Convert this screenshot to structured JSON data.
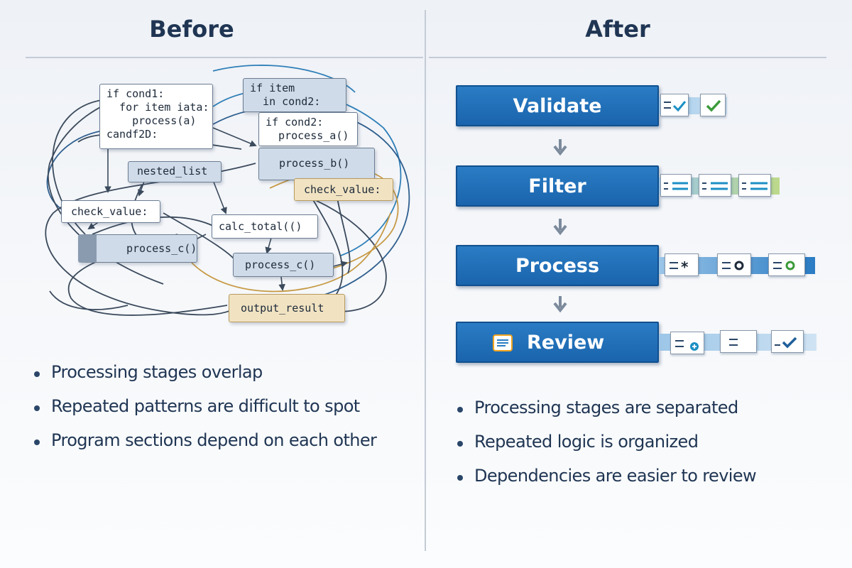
{
  "before": {
    "heading": "Before",
    "code_blocks": [
      "if cond1:\n  for item iata:\n    process(a)\ncandf2D:",
      "if item\n  in cond2:",
      "if cond2:\n  process_a()",
      "process_b()",
      "nested_list",
      "check_value:",
      "check_value:",
      "calc_total(()",
      "process_c()",
      "process_c()",
      "output_result"
    ],
    "bullets": [
      "Processing stages overlap",
      "Repeated patterns are difficult to spot",
      "Program sections depend on each other"
    ]
  },
  "after": {
    "heading": "After",
    "stages": [
      {
        "label": "Validate",
        "icon": "none",
        "chips": [
          "lines-check-icon",
          "check-icon"
        ]
      },
      {
        "label": "Filter",
        "icon": "none",
        "chips": [
          "list-icon",
          "list-icon",
          "list-icon"
        ]
      },
      {
        "label": "Process",
        "icon": "none",
        "chips": [
          "lines-star-icon",
          "lines-circle-icon",
          "lines-green-circle-icon"
        ]
      },
      {
        "label": "Review",
        "icon": "document-icon",
        "chips": [
          "lines-plus-icon",
          "lines-icon",
          "lines-check-icon"
        ]
      }
    ],
    "bullets": [
      "Processing stages are separated",
      "Repeated logic is organized",
      "Dependencies are easier to review"
    ]
  },
  "colors": {
    "stage_fill": "#1f6fb8",
    "check_teal": "#1c8fc4",
    "check_green": "#3b9b3a",
    "heading": "#1f3553"
  }
}
